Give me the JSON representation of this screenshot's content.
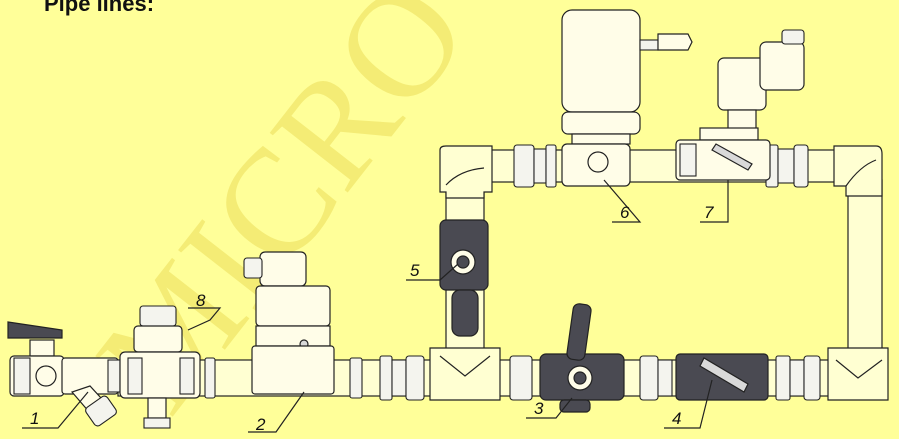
{
  "heading": "Pipe lines:",
  "watermark": "MICRO",
  "callouts": [
    {
      "id": "1",
      "text": "1"
    },
    {
      "id": "2",
      "text": "2"
    },
    {
      "id": "3",
      "text": "3"
    },
    {
      "id": "4",
      "text": "4"
    },
    {
      "id": "5",
      "text": "5"
    },
    {
      "id": "6",
      "text": "6"
    },
    {
      "id": "7",
      "text": "7"
    },
    {
      "id": "8",
      "text": "8"
    }
  ],
  "colors": {
    "background": "#ffff99",
    "watermark": "#f3ea72",
    "line": "#222222",
    "valve_dark": "#4a4a52"
  },
  "icons": [
    "ball-valve-1",
    "y-strainer",
    "pressure-reducer-8",
    "sensor-2",
    "ball-valve-3",
    "check-valve-4",
    "ball-valve-5",
    "actuator-valve-6",
    "solenoid-valve-7"
  ]
}
